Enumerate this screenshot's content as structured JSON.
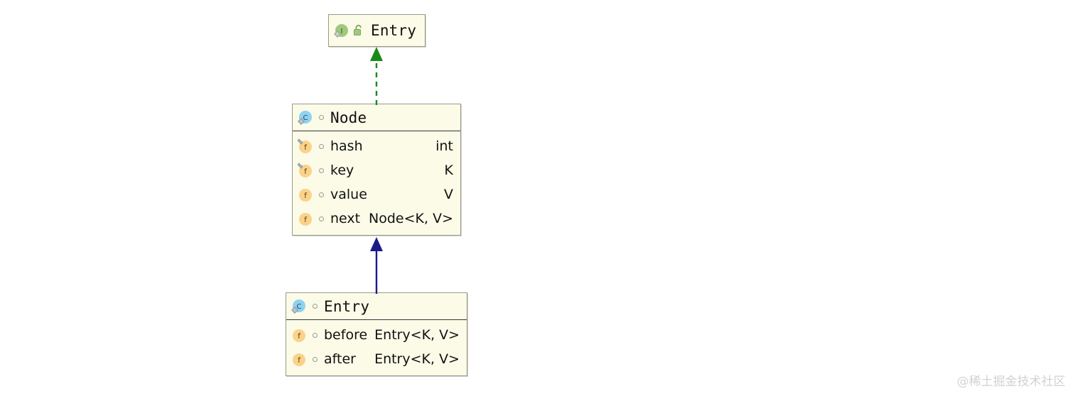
{
  "diagram": {
    "type": "uml-class-diagram",
    "background": "#ffffff",
    "box_fill": "#fbfbe8",
    "box_border": "#9a9a8a"
  },
  "classes": [
    {
      "id": "interface-entry",
      "name": "Entry",
      "kind_icon": "interface-icon",
      "kind_letter": "I",
      "kind_color": "#91c47d",
      "extra_icon": "open-padlock-icon",
      "visibility_marker": null,
      "members": []
    },
    {
      "id": "class-node",
      "name": "Node",
      "kind_icon": "class-icon",
      "kind_letter": "C",
      "kind_color": "#8ed0ee",
      "extra_icon": null,
      "visibility_marker": "package-private-dot",
      "members": [
        {
          "icon": "field-final-icon",
          "letter": "f",
          "name": "hash",
          "type": "int"
        },
        {
          "icon": "field-final-icon",
          "letter": "f",
          "name": "key",
          "type": "K"
        },
        {
          "icon": "field-icon",
          "letter": "f",
          "name": "value",
          "type": "V"
        },
        {
          "icon": "field-icon",
          "letter": "f",
          "name": "next",
          "type": "Node<K, V>"
        }
      ]
    },
    {
      "id": "class-entry",
      "name": "Entry",
      "kind_icon": "class-icon",
      "kind_letter": "C",
      "kind_color": "#8ed0ee",
      "extra_icon": null,
      "visibility_marker": "package-private-dot",
      "members": [
        {
          "icon": "field-icon",
          "letter": "f",
          "name": "before",
          "type": "Entry<K, V>"
        },
        {
          "icon": "field-icon",
          "letter": "f",
          "name": "after",
          "type": "Entry<K, V>"
        }
      ]
    }
  ],
  "relations": [
    {
      "id": "node-implements-entry",
      "from": "class-node",
      "to": "interface-entry",
      "kind": "realization",
      "line_style": "dashed",
      "color": "#1a8a1a",
      "arrow": "filled-triangle"
    },
    {
      "id": "entry-extends-node",
      "from": "class-entry",
      "to": "class-node",
      "kind": "generalization",
      "line_style": "solid",
      "color": "#1b1b8c",
      "arrow": "filled-triangle"
    }
  ],
  "watermark": {
    "text": "@稀土掘金技术社区"
  }
}
